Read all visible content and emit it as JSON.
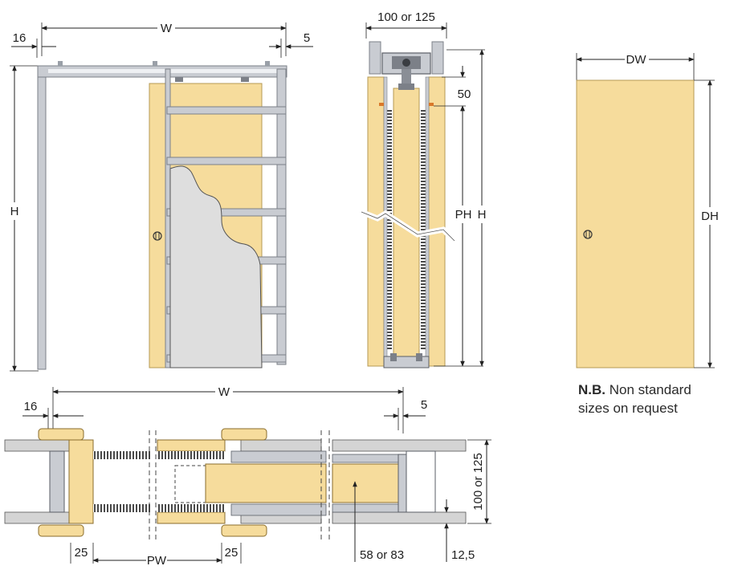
{
  "front": {
    "width_label": "W",
    "left_offset": "16",
    "right_offset": "5",
    "height_label": "H"
  },
  "side": {
    "thickness_label": "100 or 125",
    "top_dim": "50",
    "passage_height_label": "PH",
    "height_label": "H"
  },
  "door": {
    "width_label": "DW",
    "height_label": "DH"
  },
  "plan": {
    "width_label": "W",
    "left_offset": "16",
    "right_offset": "5",
    "thickness_label": "100 or 125",
    "dim_25_left": "25",
    "passage_width_label": "PW",
    "dim_25_right": "25",
    "door_thickness": "58 or 83",
    "gap": "12,5"
  },
  "note": {
    "prefix": "N.B.",
    "text_line1": " Non standard",
    "text_line2": "sizes on request"
  },
  "colors": {
    "wood": "#f6dc9c",
    "wood_dark": "#e6c06a",
    "frame": "#c9ccd2",
    "frame_dark": "#7c8088",
    "wall": "#d4d4d4",
    "plaster": "#dedede"
  }
}
